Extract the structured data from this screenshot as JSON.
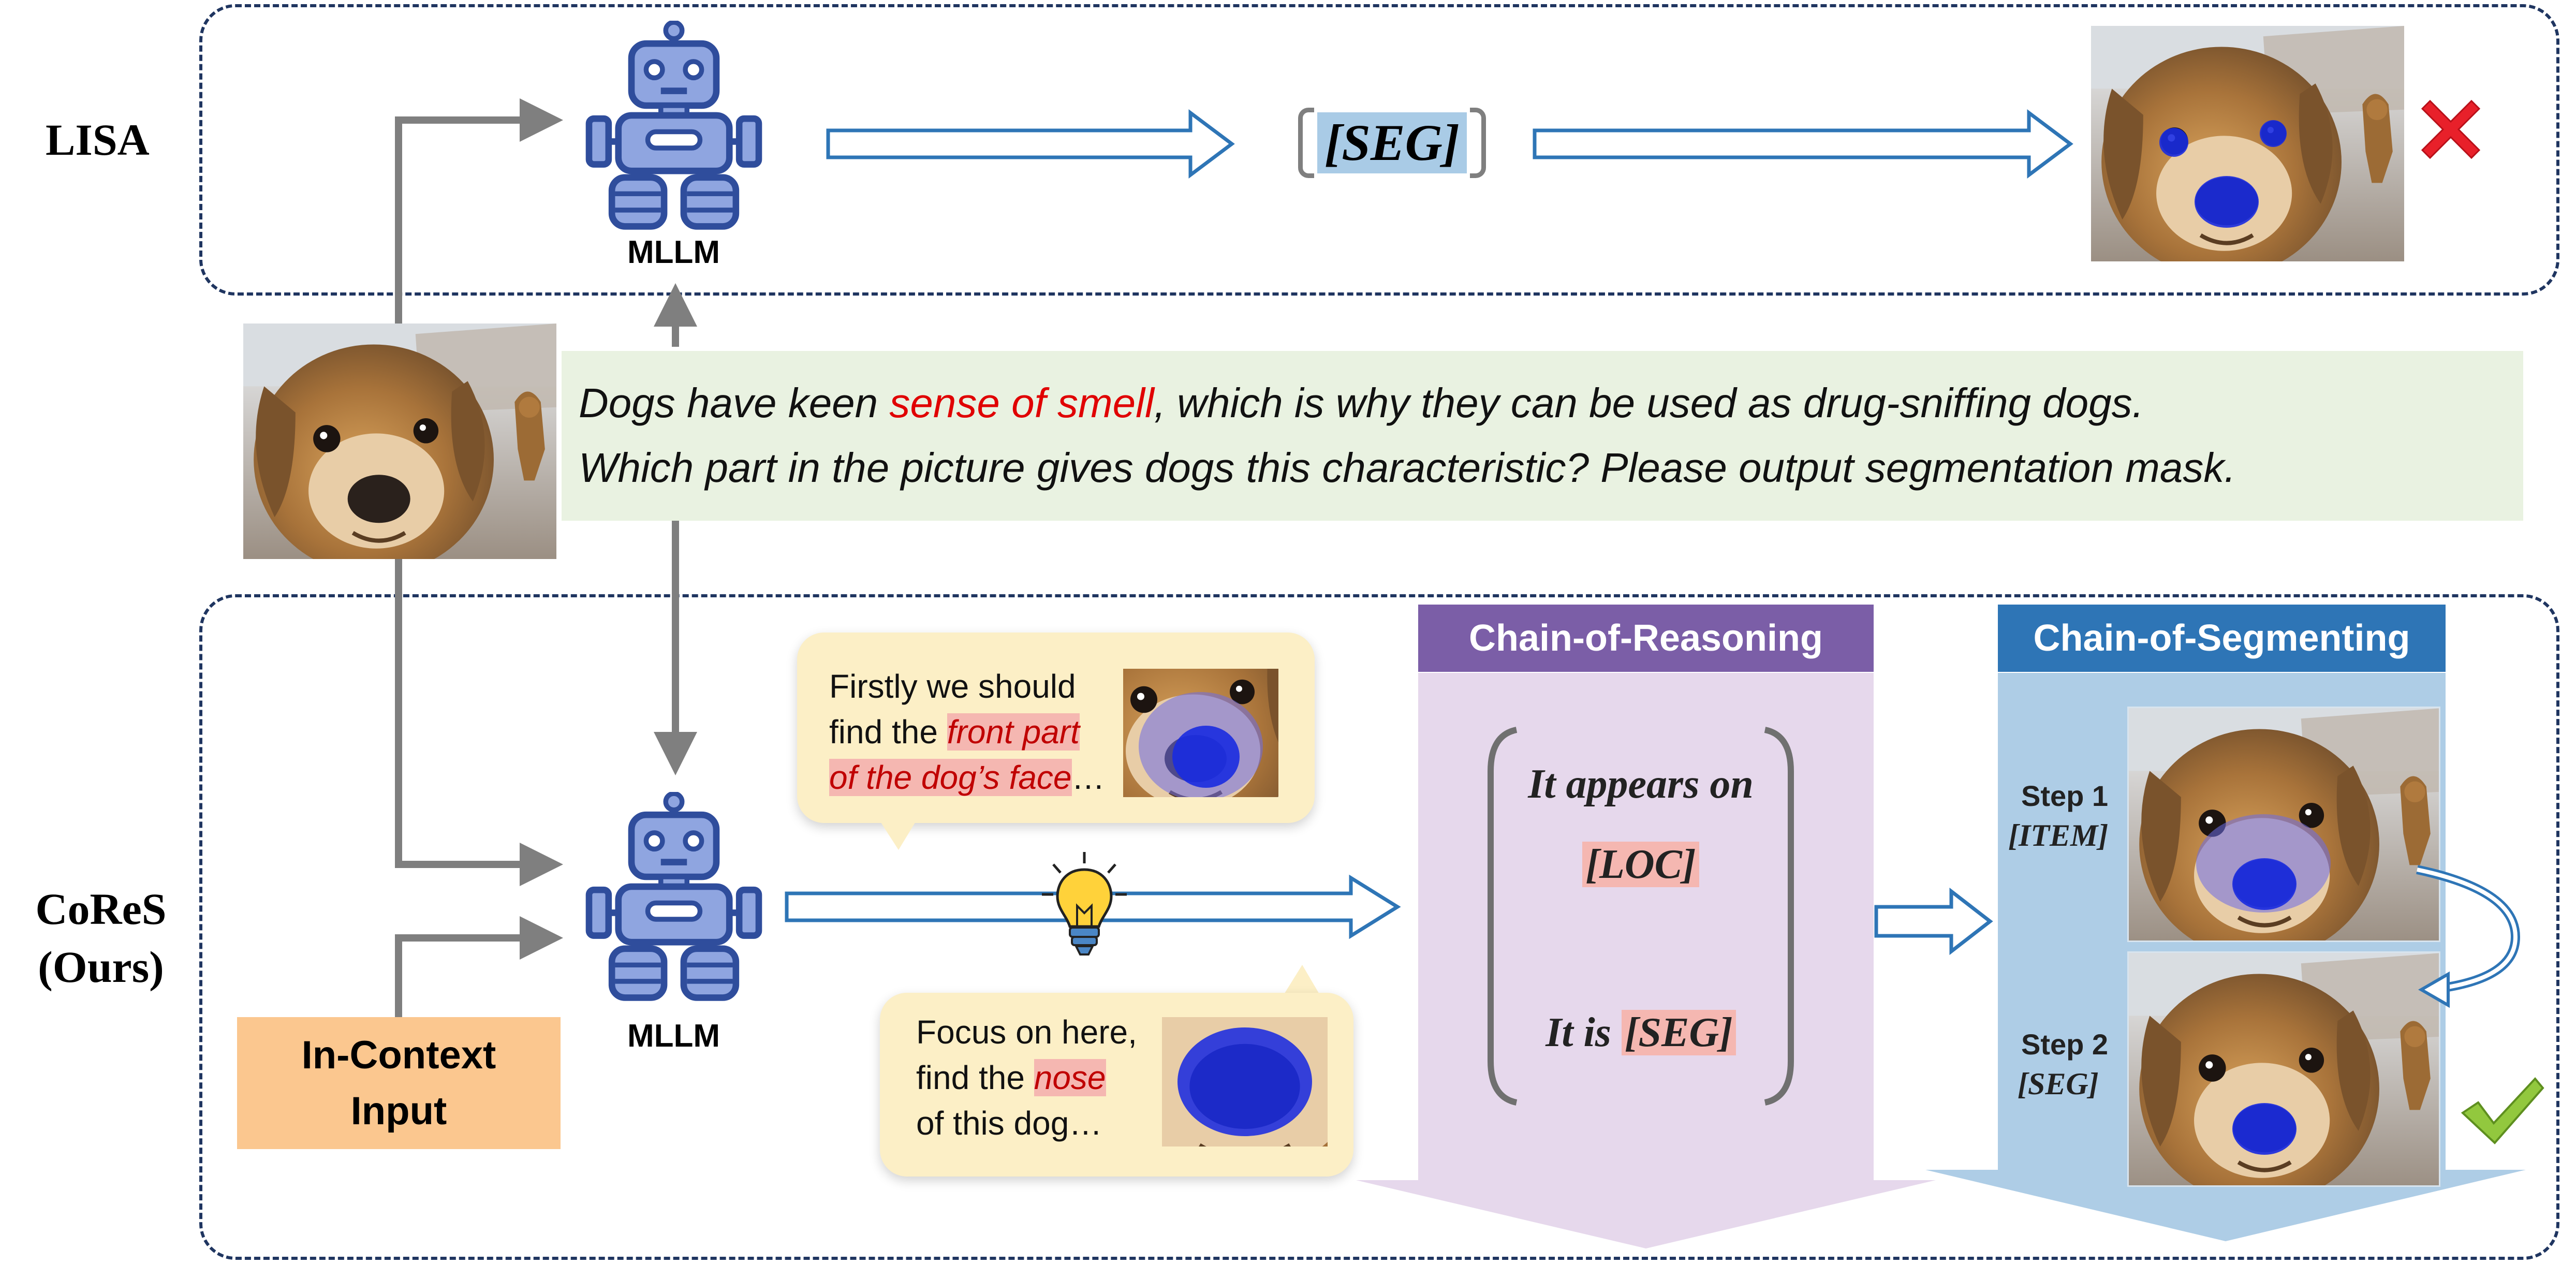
{
  "rows": {
    "lisa_label": "LISA",
    "cores_label_line1": "CoReS",
    "cores_label_line2": "(Ours)"
  },
  "mllm_label_top": "MLLM",
  "mllm_label_bottom": "MLLM",
  "lisa_seg_token": "[SEG]",
  "query": {
    "line1_before": "Dogs have keen ",
    "line1_highlight": "sense of smell",
    "line1_after": ", which is why they can be used as drug-sniffing dogs.",
    "line2": "Which part in the picture gives dogs this characteristic? Please output segmentation mask."
  },
  "in_context": {
    "line1": "In-Context",
    "line2": "Input"
  },
  "bubble_top": {
    "line1": "Firstly we should",
    "line2_before": "find the ",
    "line2_highlight": "front part",
    "line3_highlight": "of the dog’s face",
    "line3_after": "…"
  },
  "bubble_bottom": {
    "line1": "Focus on here,",
    "line2_before": "find the ",
    "line2_highlight": "nose",
    "line3": "of this dog…"
  },
  "chain_reasoning": {
    "title": "Chain-of-Reasoning",
    "line1": "It appears on",
    "loc_token": "[LOC]",
    "line3_before": "It is ",
    "seg_token": "[SEG]"
  },
  "chain_segmenting": {
    "title": "Chain-of-Segmenting",
    "step1_label": "Step 1",
    "step1_token": "[ITEM]",
    "step2_label": "Step 2",
    "step2_token": "[SEG]"
  },
  "icons": [
    "robot-icon",
    "lightbulb-icon",
    "cross-mark-icon",
    "check-mark-icon",
    "dog-photo"
  ],
  "colors": {
    "arrow_blue": "#2e75b6",
    "arrow_gray": "#7f7f7f",
    "reasoning_header": "#7b5ea7",
    "reasoning_body": "#e6d8ec",
    "segmenting_header": "#2e75b6",
    "segmenting_body": "#aecde6",
    "in_context_fill": "#fbc78f",
    "query_fill": "#e9f2e1",
    "highlight_red": "#e00000",
    "mask_blue": "#1a2be0",
    "cross_red": "#e8202a",
    "check_green": "#92c83e"
  }
}
